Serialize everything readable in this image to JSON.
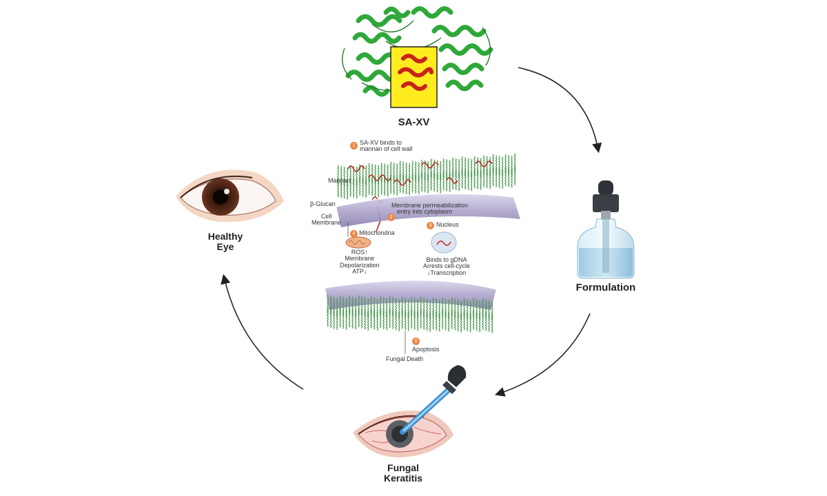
{
  "labels": {
    "protein": "SA-XV",
    "formulation": "Formulation",
    "healthy_eye_line1": "Healthy",
    "healthy_eye_line2": "Eye",
    "keratitis_line1": "Fungal",
    "keratitis_line2": "Keratitis"
  },
  "mechanism": {
    "step1_line1": "SA-XV binds to",
    "step1_line2": "mannan of cell wall",
    "step1_num": "1",
    "mannan": "Mannan",
    "glucan": "β-Glucan",
    "cell_line1": "Cell",
    "cell_line2": "Membrane",
    "step2_line1": "Membrane permeabilization",
    "step2_line2": "entry into cytoplasm",
    "step2_num": "2",
    "step3": "Nucleus",
    "step3_num": "3",
    "step4": "Mitochondria",
    "step4_num": "4",
    "ros_line1": "ROS↑",
    "ros_line2": "Membrane",
    "ros_line3": "Depolarization",
    "ros_line4": "ATP↓",
    "dna_line1": "Binds to gDNA",
    "dna_line2": "Arrests cell-cycle",
    "dna_line3": "↓Transcription",
    "step5": "Apoptosis",
    "step5_num": "5",
    "death": "Fungal Death"
  },
  "colors": {
    "protein_green": "#2fa83a",
    "helix_red": "#c8221b",
    "box_yellow": "#ffec1f",
    "lipid_green": "#4f9a55",
    "membrane_purple": "#b5acd0",
    "bottle_blue": "#c9e4f2",
    "iris_brown": "#5a2a1a",
    "inflamed_red": "#e9a4a0",
    "step_orange": "#e8894a",
    "arrow": "#222222"
  }
}
